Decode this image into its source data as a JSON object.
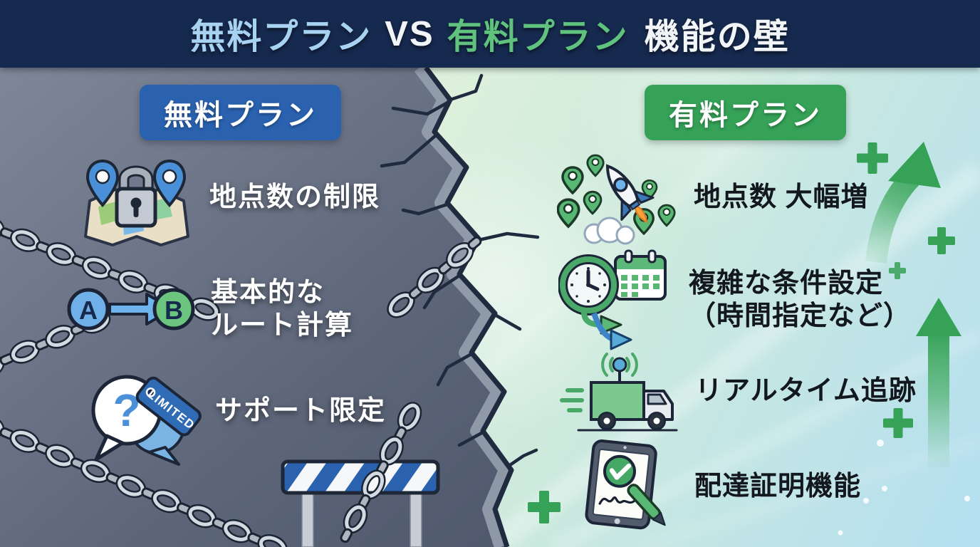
{
  "title": {
    "free": "無料プラン",
    "vs": "VS",
    "paid": "有料プラン",
    "suffix": "機能の壁"
  },
  "colors": {
    "header_bg": "#16294E",
    "free_badge_blue": "#2A62B0",
    "paid_badge_green": "#35A257",
    "title_free_blue": "#A8D2F2",
    "title_paid_green": "#5FC37E",
    "accent_green": "#35A257",
    "accent_blue": "#4A90D9"
  },
  "free_plan": {
    "badge": "無料プラン",
    "items": [
      {
        "icon": "locked-locations-icon",
        "lines": [
          "地点数の制限"
        ]
      },
      {
        "icon": "basic-route-icon",
        "lines": [
          "基本的な",
          "ルート計算"
        ],
        "marker_a": "A",
        "marker_b": "B"
      },
      {
        "icon": "limited-support-icon",
        "lines": [
          "サポート限定"
        ],
        "tag": "LIMITED",
        "question": "?"
      }
    ]
  },
  "paid_plan": {
    "badge": "有料プラン",
    "items": [
      {
        "icon": "locations-surge-icon",
        "lines": [
          "地点数 大幅増"
        ]
      },
      {
        "icon": "advanced-conditions-icon",
        "lines": [
          "複雑な条件設定",
          "（時間指定など）"
        ]
      },
      {
        "icon": "realtime-tracking-icon",
        "lines": [
          "リアルタイム追跡"
        ]
      },
      {
        "icon": "proof-of-delivery-icon",
        "lines": [
          "配達証明機能"
        ]
      }
    ]
  }
}
